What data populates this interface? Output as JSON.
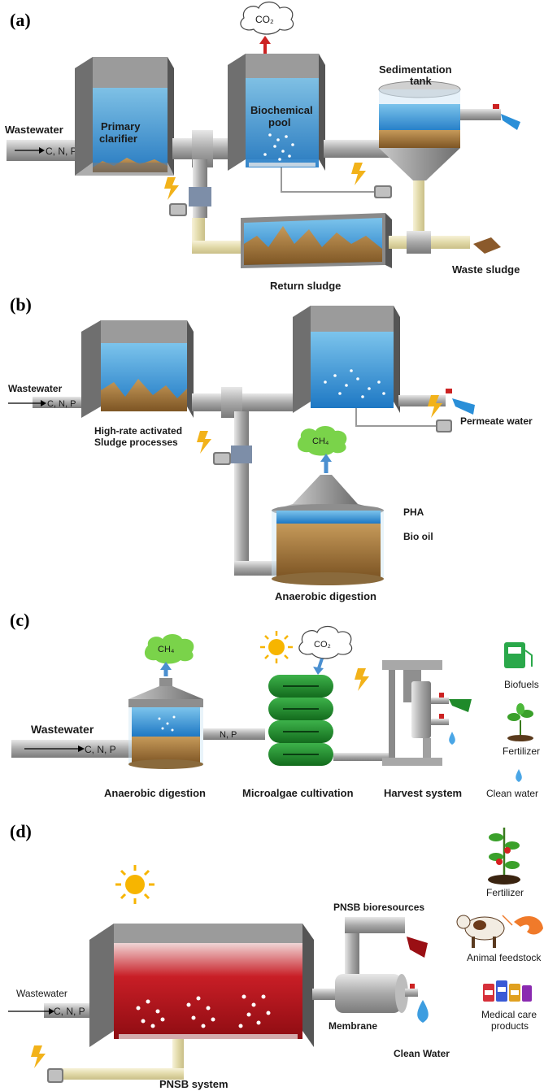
{
  "panel_a": {
    "tag": "(a)",
    "wastewater": "Wastewater",
    "cnp": "C, N, P",
    "primary_l1": "Primary",
    "primary_l2": "clarifier",
    "bio_l1": "Biochemical",
    "bio_l2": "pool",
    "sed_l1": "Sedimentation",
    "sed_l2": "tank",
    "co2": "CO₂",
    "return_sludge": "Return sludge",
    "waste_sludge": "Waste sludge"
  },
  "panel_b": {
    "tag": "(b)",
    "wastewater": "Wastewater",
    "cnp": "C, N, P",
    "hr_l1": "High-rate activated",
    "hr_l2": "Sludge processes",
    "permeate": "Permeate water",
    "ch4": "CH₄",
    "pha": "PHA",
    "biooil": "Bio oil",
    "anaerobic": "Anaerobic digestion"
  },
  "panel_c": {
    "tag": "(c)",
    "ch4": "CH₄",
    "co2": "CO₂",
    "wastewater": "Wastewater",
    "cnp": "C, N, P",
    "np": "N, P",
    "anaerobic": "Anaerobic digestion",
    "microalgae": "Microalgae cultivation",
    "harvest": "Harvest system",
    "biofuels": "Biofuels",
    "fertilizer": "Fertilizer",
    "clean_water": "Clean water"
  },
  "panel_d": {
    "tag": "(d)",
    "fertilizer": "Fertilizer",
    "pnsb_bio": "PNSB bioresources",
    "animal": "Animal feedstock",
    "medical_l1": "Medical care",
    "medical_l2": "products",
    "wastewater": "Wastewater",
    "cnp": "C, N, P",
    "membrane": "Membrane",
    "clean_water": "Clean Water",
    "pnsb_system": "PNSB system"
  },
  "colors": {
    "water": "#3a9ad9",
    "sludge": "#a0703a",
    "tank_gray": "#8c8c8c",
    "pnsb_red": "#b5121b",
    "algae_green": "#1f8a2a",
    "arrow_blue": "#4a8fd0",
    "arrow_red": "#cc2222",
    "lightning": "#f2b21a"
  },
  "icons": [
    "lightning-icon",
    "pump-icon",
    "valve-tap-icon",
    "sun-icon",
    "cloud-icon",
    "fuel-pump-icon",
    "plant-icon",
    "water-drop-icon",
    "cow-icon",
    "shrimp-icon",
    "medicine-bottles-icon"
  ]
}
